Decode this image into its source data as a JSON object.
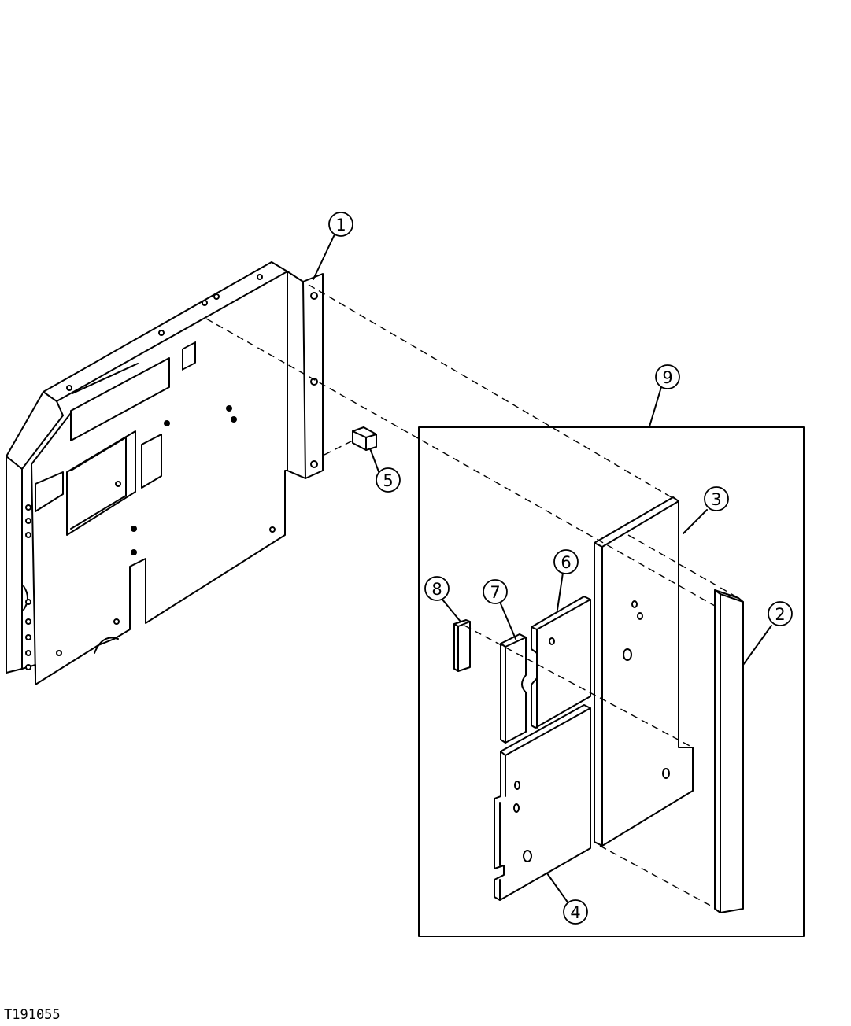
{
  "figure_id": "T191055",
  "callouts": [
    "1",
    "2",
    "3",
    "4",
    "5",
    "6",
    "7",
    "8",
    "9"
  ]
}
